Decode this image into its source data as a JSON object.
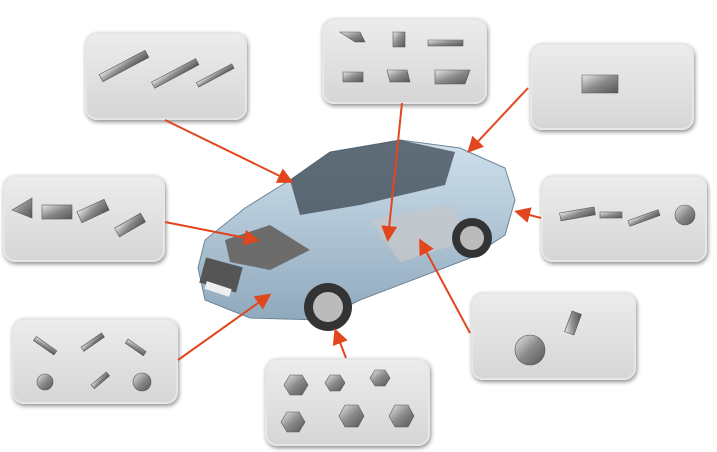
{
  "colors": {
    "arrow": "#e2461e",
    "panel": "#dcdcdc",
    "car_body": "#a9c3d6",
    "metal": "#9a9a9a"
  },
  "panels": [
    {
      "id": "bolts",
      "icon": "flange-bolt-icon"
    },
    {
      "id": "brackets",
      "icon": "stamped-bracket-icon"
    },
    {
      "id": "hinge-bracket",
      "icon": "bracket-icon"
    },
    {
      "id": "fittings",
      "icon": "hose-fitting-icon"
    },
    {
      "id": "tapping-screws",
      "icon": "screw-icon"
    },
    {
      "id": "weld-studs",
      "icon": "weld-stud-icon"
    },
    {
      "id": "self-tapping-screws",
      "icon": "screw-icon"
    },
    {
      "id": "hex-nuts",
      "icon": "hex-nut-icon"
    }
  ]
}
